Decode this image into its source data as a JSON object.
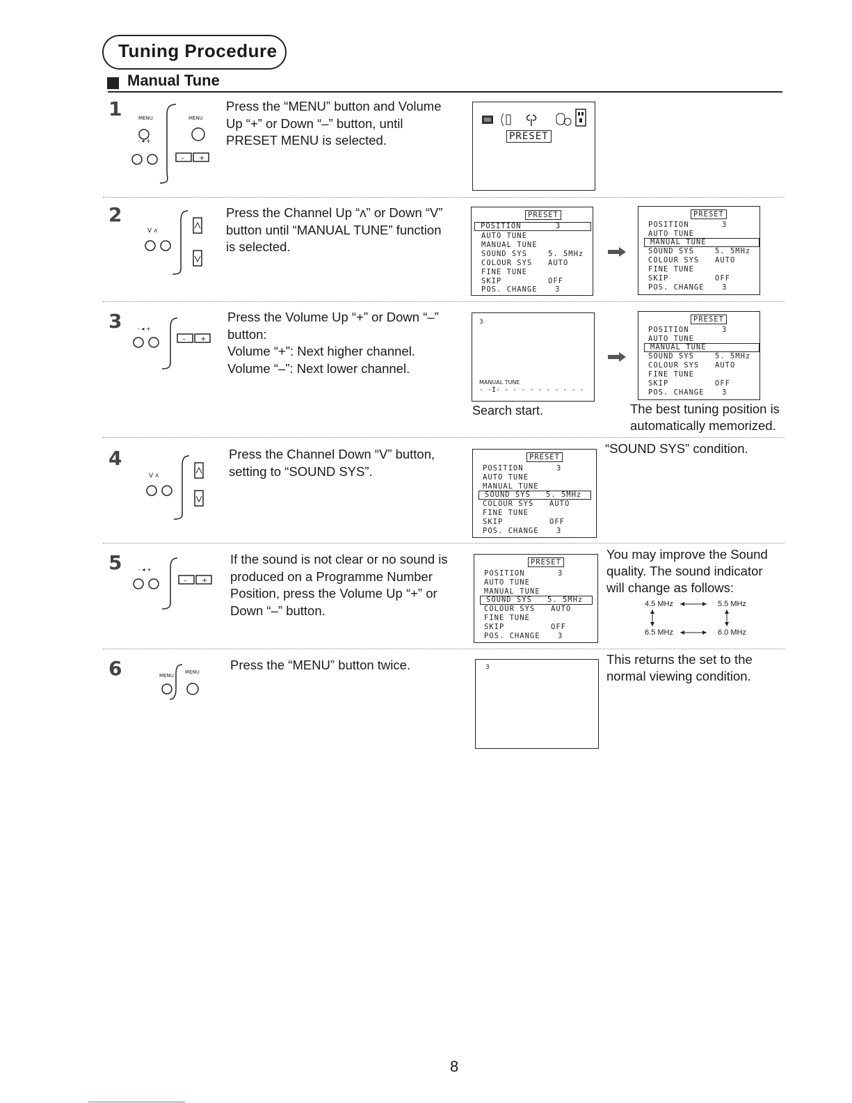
{
  "header": {
    "title": "Tuning Procedure",
    "section": "Manual Tune"
  },
  "steps": [
    {
      "num": "1",
      "text": "Press the “MENU” button and Volume\nUp “+” or Down “–” button, until\nPRESET MENU is selected.",
      "remote": {
        "menu_l": "MENU",
        "menu_r": "MENU",
        "vol": "- ◂ +"
      }
    },
    {
      "num": "2",
      "text": "Press the Channel Up “ʌ” or Down “V”\nbutton until “MANUAL TUNE” function\nis selected.",
      "remote": {
        "ch": "V  ʌ"
      }
    },
    {
      "num": "3",
      "text": "Press the Volume Up “+” or Down “–”\nbutton:\nVolume “+”:  Next higher channel.\nVolume “–”:  Next lower channel.",
      "remote": {
        "vol": "- ◂ +"
      }
    },
    {
      "num": "4",
      "text": "Press the Channel Down “V” button,\nsetting to “SOUND SYS”.",
      "remote": {
        "ch": "V  ʌ"
      }
    },
    {
      "num": "5",
      "text": "If the sound is not clear or no sound is\nproduced on a Programme Number\nPosition, press the Volume Up “+” or\nDown “–” button.",
      "remote": {
        "vol": "- ◂ +"
      }
    },
    {
      "num": "6",
      "text": "Press the “MENU” button twice.",
      "remote": {
        "menu_l": "MENU",
        "menu_r": "MENU"
      }
    }
  ],
  "screens": {
    "preset_label": "PRESET",
    "menu_rows": [
      {
        "k": "POSITION",
        "v": "3"
      },
      {
        "k": "AUTO  TUNE",
        "v": ""
      },
      {
        "k": "MANUAL  TUNE",
        "v": ""
      },
      {
        "k": "SOUND  SYS",
        "v": "5. 5MHz"
      },
      {
        "k": "COLOUR  SYS",
        "v": "AUTO"
      },
      {
        "k": "FINE  TUNE",
        "v": ""
      },
      {
        "k": "SKIP",
        "v": "OFF"
      },
      {
        "k": "POS. CHANGE",
        "v": "3"
      }
    ],
    "search_screen": {
      "channel": "3",
      "label": "MANUAL TUNE",
      "bar": "- -I- - - - - - - - - - -"
    },
    "final_screen": {
      "channel": "3"
    }
  },
  "notes": {
    "search_start": "Search start.",
    "memorized": "The best tuning position is\nautomatically memorized.",
    "sound_sys": "“SOUND SYS” condition.",
    "improve": "You may improve the Sound\nquality. The sound indicator\nwill change as follows:",
    "returns": "This returns the set to the\nnormal viewing condition."
  },
  "freqs": {
    "f1": "4.5 MHz",
    "f2": "5.5 MHz",
    "f3": "6.5 MHz",
    "f4": "6.0 MHz"
  },
  "page_number": "8"
}
